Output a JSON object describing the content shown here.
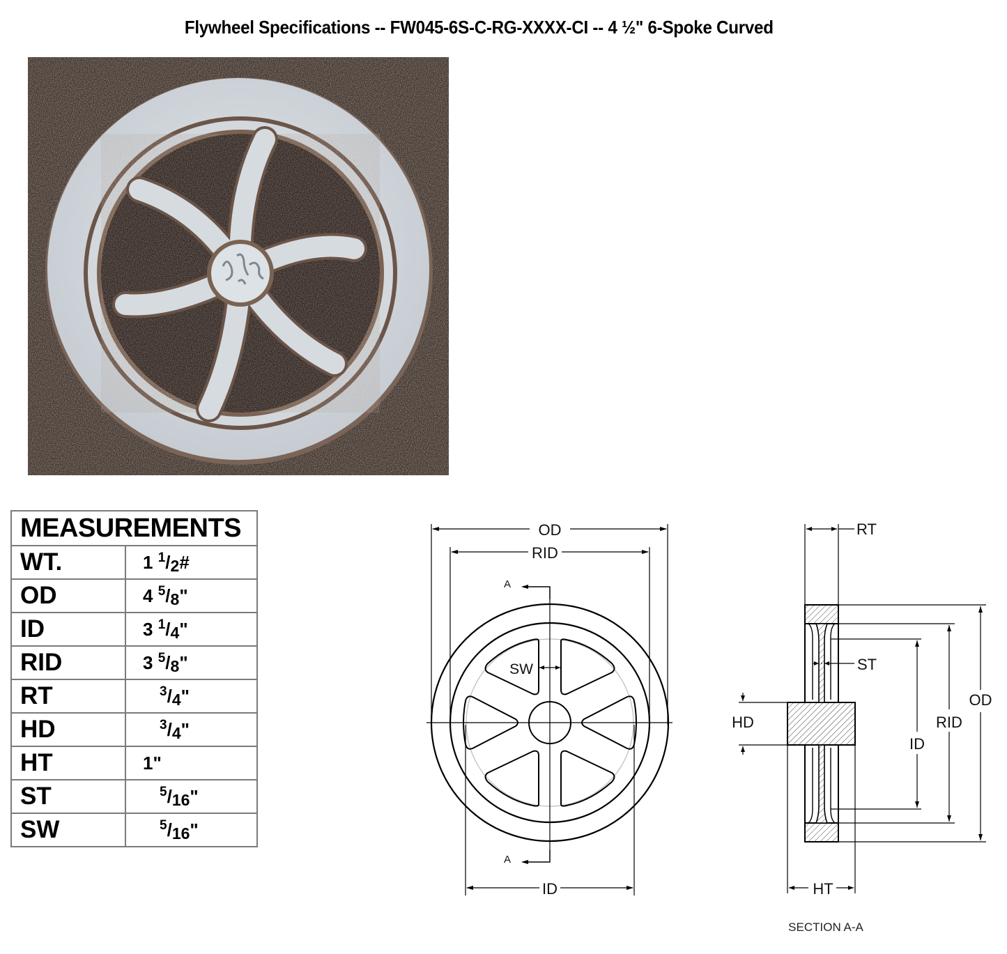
{
  "document": {
    "title": "Flywheel Specifications -- FW045-6S-C-RG-XXXX-CI -- 4 ½\" 6-Spoke Curved"
  },
  "photo": {
    "description": "Photograph of cast iron 6-spoke curved flywheel on dark textured background",
    "background_color": "#3a2e28",
    "metal_color": "#d4d8dc",
    "shadow_color": "#6b5548"
  },
  "measurements": {
    "header": "MEASUREMENTS",
    "rows": [
      {
        "label": "WT.",
        "whole": "1",
        "num": "1",
        "den": "2",
        "unit": "#"
      },
      {
        "label": "OD",
        "whole": "4",
        "num": "5",
        "den": "8",
        "unit": "\""
      },
      {
        "label": "ID",
        "whole": "3",
        "num": "1",
        "den": "4",
        "unit": "\""
      },
      {
        "label": "RID",
        "whole": "3",
        "num": "5",
        "den": "8",
        "unit": "\""
      },
      {
        "label": "RT",
        "whole": "",
        "num": "3",
        "den": "4",
        "unit": "\""
      },
      {
        "label": "HD",
        "whole": "",
        "num": "3",
        "den": "4",
        "unit": "\""
      },
      {
        "label": "HT",
        "whole": "1",
        "num": "",
        "den": "",
        "unit": "\""
      },
      {
        "label": "ST",
        "whole": "",
        "num": "5",
        "den": "16",
        "unit": "\""
      },
      {
        "label": "SW",
        "whole": "",
        "num": "5",
        "den": "16",
        "unit": "\""
      }
    ]
  },
  "front_view": {
    "labels": {
      "od": "OD",
      "rid": "RID",
      "id": "ID",
      "sw": "SW",
      "section_top": "A",
      "section_bottom": "A"
    }
  },
  "section_view": {
    "labels": {
      "rt": "RT",
      "st": "ST",
      "hd": "HD",
      "id": "ID",
      "rid": "RID",
      "od": "OD",
      "ht": "HT"
    },
    "caption": "SECTION A-A"
  }
}
